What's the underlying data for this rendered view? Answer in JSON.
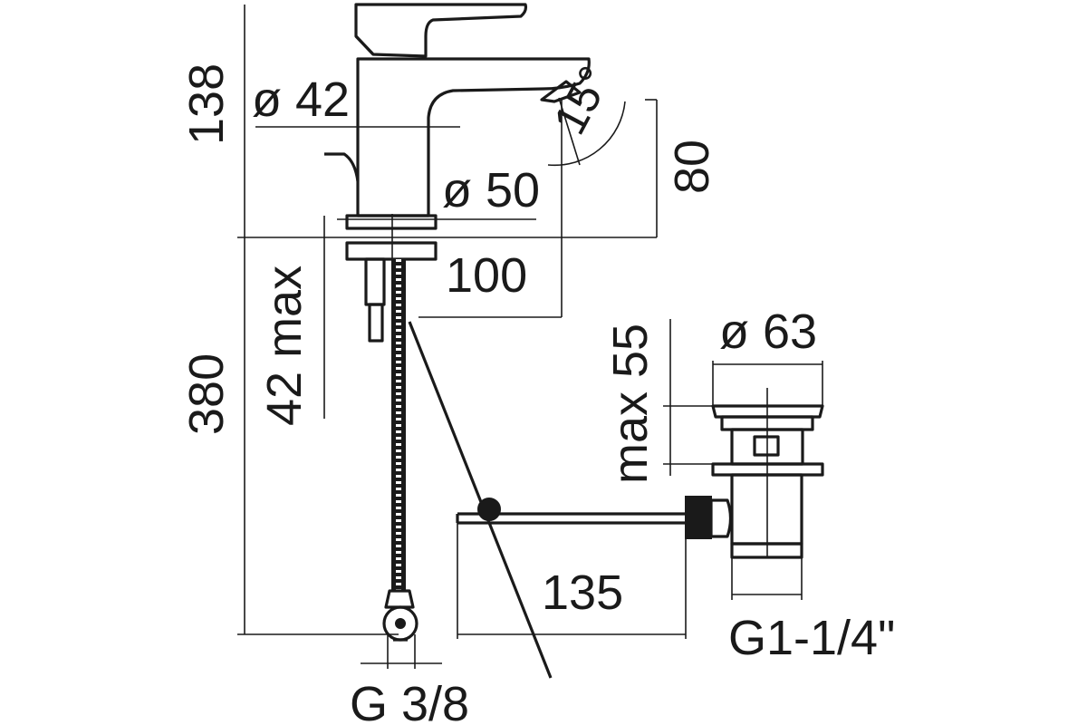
{
  "dimensions": {
    "total_height_above_deck": "138",
    "total_length_below_deck": "380",
    "body_diameter": "ø 42",
    "base_diameter": "ø 50",
    "spout_angle": "15°",
    "spout_height": "80",
    "spout_reach": "100",
    "deck_thickness": "42 max",
    "waste_diameter": "ø 63",
    "waste_height": "max 55",
    "rod_length": "135",
    "hose_connection": "G 3/8",
    "waste_connection": "G1-1/4\""
  }
}
